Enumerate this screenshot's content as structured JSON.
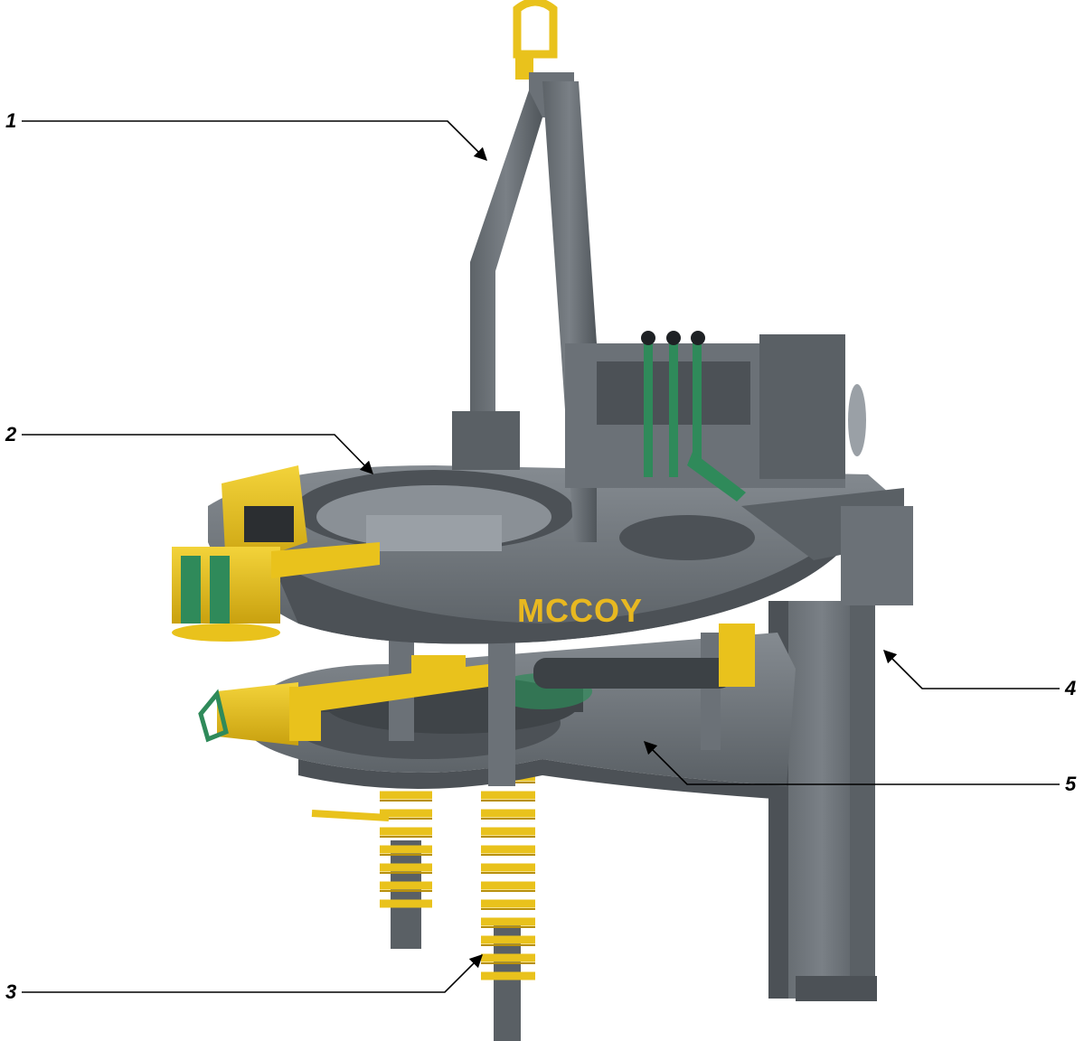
{
  "brand": {
    "logo_text": "MCCOY",
    "logo_color": "#e8b820"
  },
  "colors": {
    "steel": "#6b7177",
    "steel_dark": "#4c5156",
    "steel_light": "#858b91",
    "yellow": "#e9c21c",
    "green": "#2f8a5a",
    "background": "#ffffff"
  },
  "callouts": [
    {
      "number": "1"
    },
    {
      "number": "2"
    },
    {
      "number": "3"
    },
    {
      "number": "4"
    },
    {
      "number": "5"
    }
  ]
}
